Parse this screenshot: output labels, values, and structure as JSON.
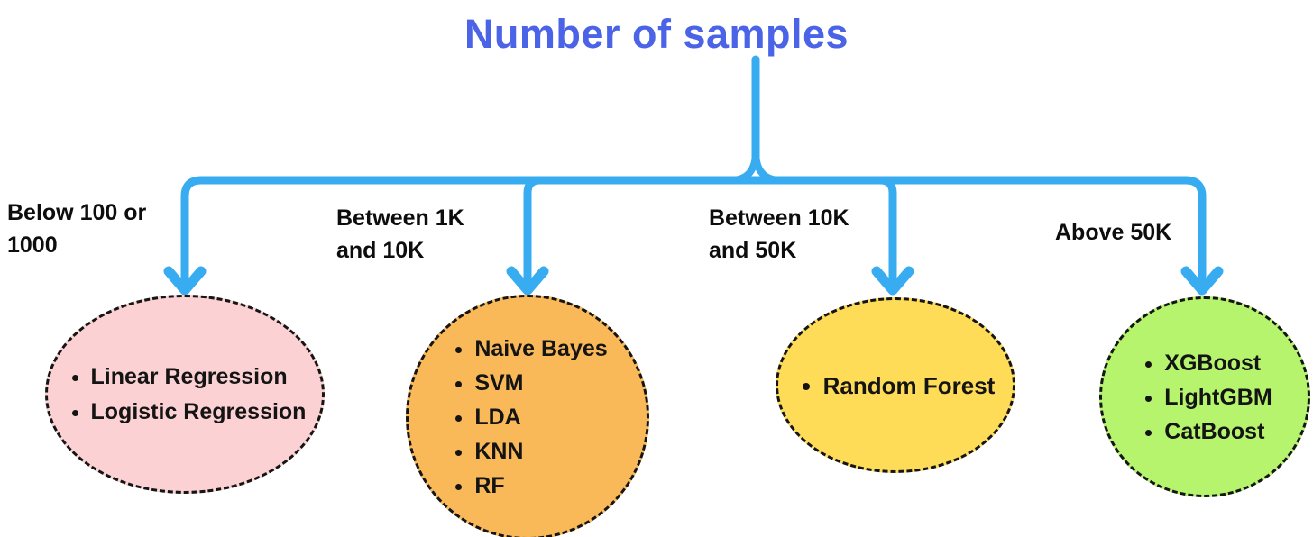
{
  "title": {
    "text": "Number of samples",
    "color": "#4A63E7"
  },
  "connector": {
    "color": "#38ACF1"
  },
  "node_border_color": "#151515",
  "branches": [
    {
      "label": "Below 100 or 1000",
      "node_color": "#FBD1D3",
      "items": [
        "Linear Regression",
        "Logistic Regression"
      ]
    },
    {
      "label": "Between 1K and 10K",
      "node_color": "#FAB959",
      "items": [
        "Naive Bayes",
        "SVM",
        "LDA",
        "KNN",
        "RF"
      ]
    },
    {
      "label": "Between 10K and 50K",
      "node_color": "#FEDC58",
      "items": [
        "Random Forest"
      ]
    },
    {
      "label": "Above 50K",
      "node_color": "#B5F46C",
      "items": [
        "XGBoost",
        "LightGBM",
        "CatBoost"
      ]
    }
  ]
}
